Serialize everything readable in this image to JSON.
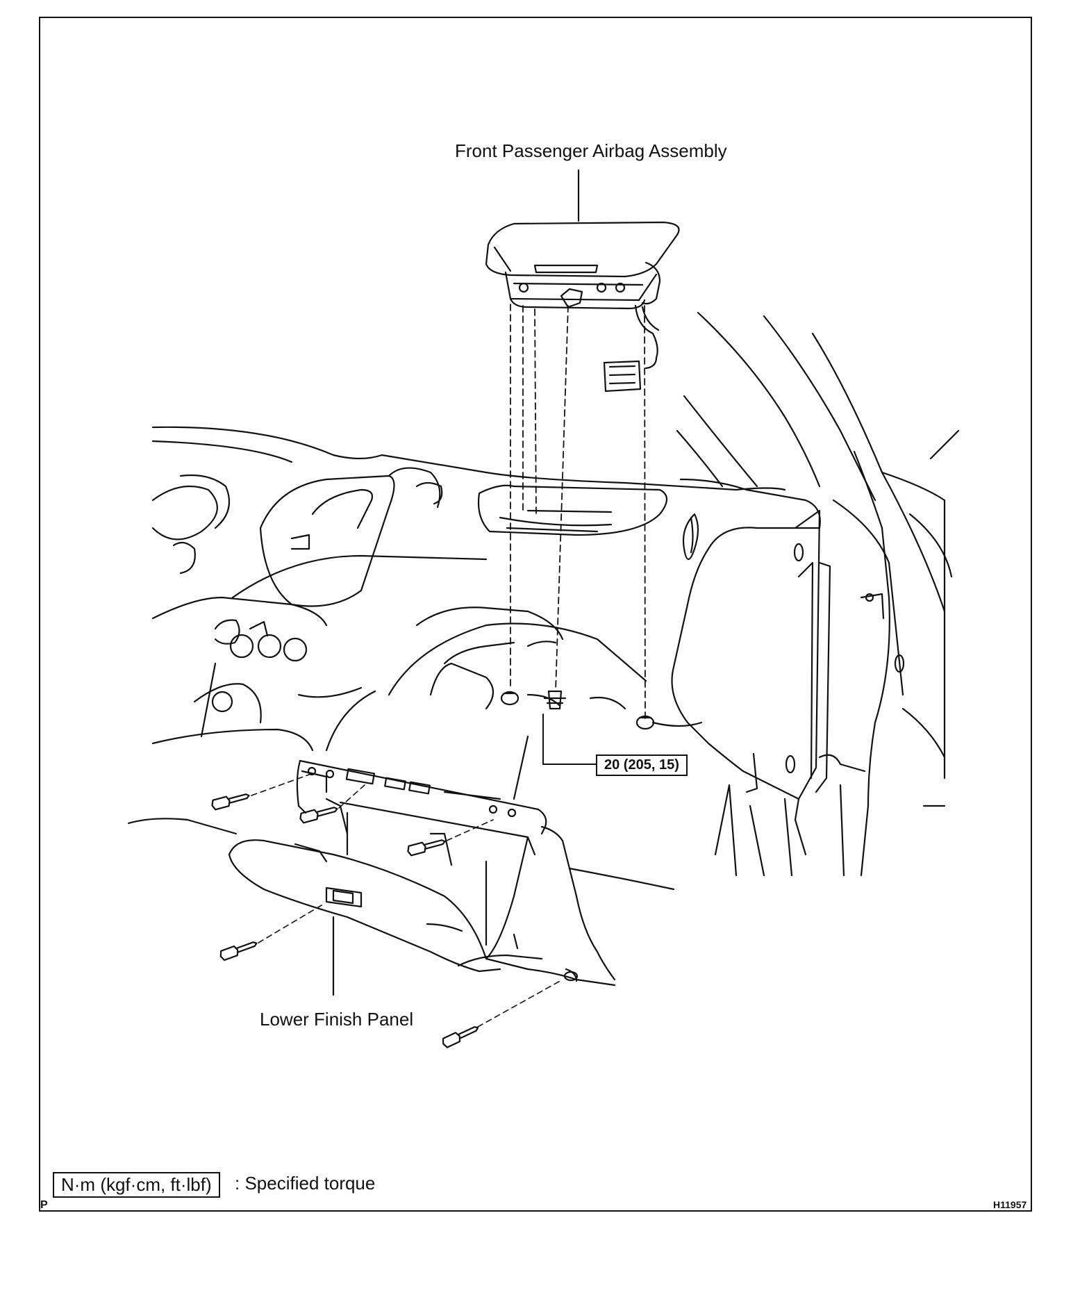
{
  "labels": {
    "airbag": "Front Passenger Airbag Assembly",
    "lower_panel": "Lower Finish Panel",
    "torque": "20 (205, 15)"
  },
  "legend": {
    "units": "N·m (kgf·cm, ft·lbf)",
    "description": ": Specified torque"
  },
  "corner_marks": {
    "left": "P",
    "right": "H11957"
  }
}
